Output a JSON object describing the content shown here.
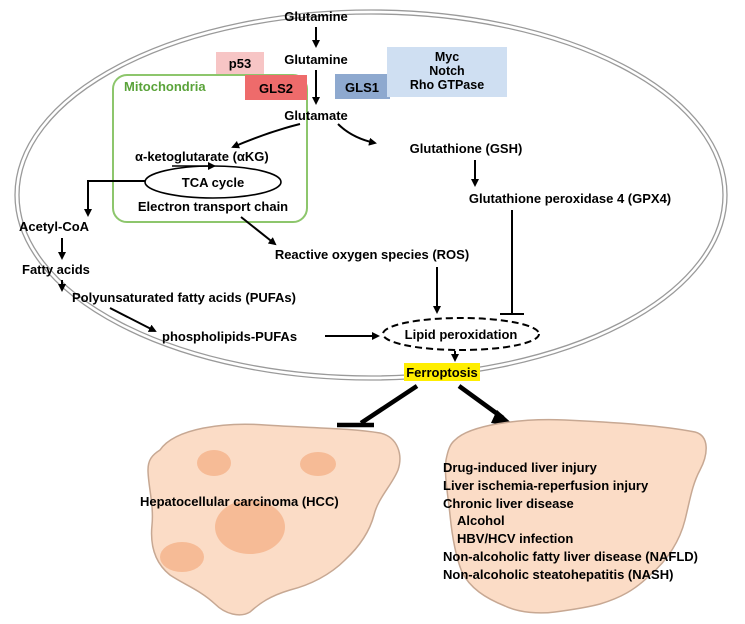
{
  "nodes": {
    "glutamine_outer": "Glutamine",
    "glutamine_inner": "Glutamine",
    "glutamate": "Glutamate",
    "akg": "α-ketoglutarate (αKG)",
    "tca": "TCA cycle",
    "etc": "Electron transport chain",
    "acetyl_coa": "Acetyl-CoA",
    "fatty_acids": "Fatty acids",
    "pufas": "Polyunsaturated fatty acids (PUFAs)",
    "pl_pufas": "phospholipids-PUFAs",
    "gsh": "Glutathione (GSH)",
    "gpx4": "Glutathione peroxidase 4 (GPX4)",
    "ros": "Reactive oxygen species (ROS)",
    "lipid_perox": "Lipid peroxidation",
    "ferroptosis": "Ferroptosis"
  },
  "regulators": {
    "p53": "p53",
    "gls2": "GLS2",
    "gls1": "GLS1",
    "myc": "Myc",
    "notch": "Notch",
    "rho": "Rho GTPase"
  },
  "mitochondria_label": "Mitochondria",
  "hcc_label": "Hepatocellular carcinoma (HCC)",
  "diseases": [
    "Drug-induced liver injury",
    "Liver ischemia-reperfusion injury",
    "Chronic liver disease",
    "Alcohol",
    "HBV/HCV infection",
    "Non-alcoholic fatty liver disease (NAFLD)",
    "Non-alcoholic steatohepatitis (NASH)"
  ],
  "colors": {
    "mitochondria_border": "#8dc66c",
    "mitochondria_text": "#5aa33a",
    "p53_fill": "#f7c5c5",
    "gls2_fill": "#ee6b6b",
    "gls1_fill": "#8ea9cf",
    "myc_fill": "#cfdff2",
    "liver_fill": "#fbdcc6",
    "liver_spot": "#f6bb96",
    "ferroptosis_highlight": "#ffee00"
  }
}
